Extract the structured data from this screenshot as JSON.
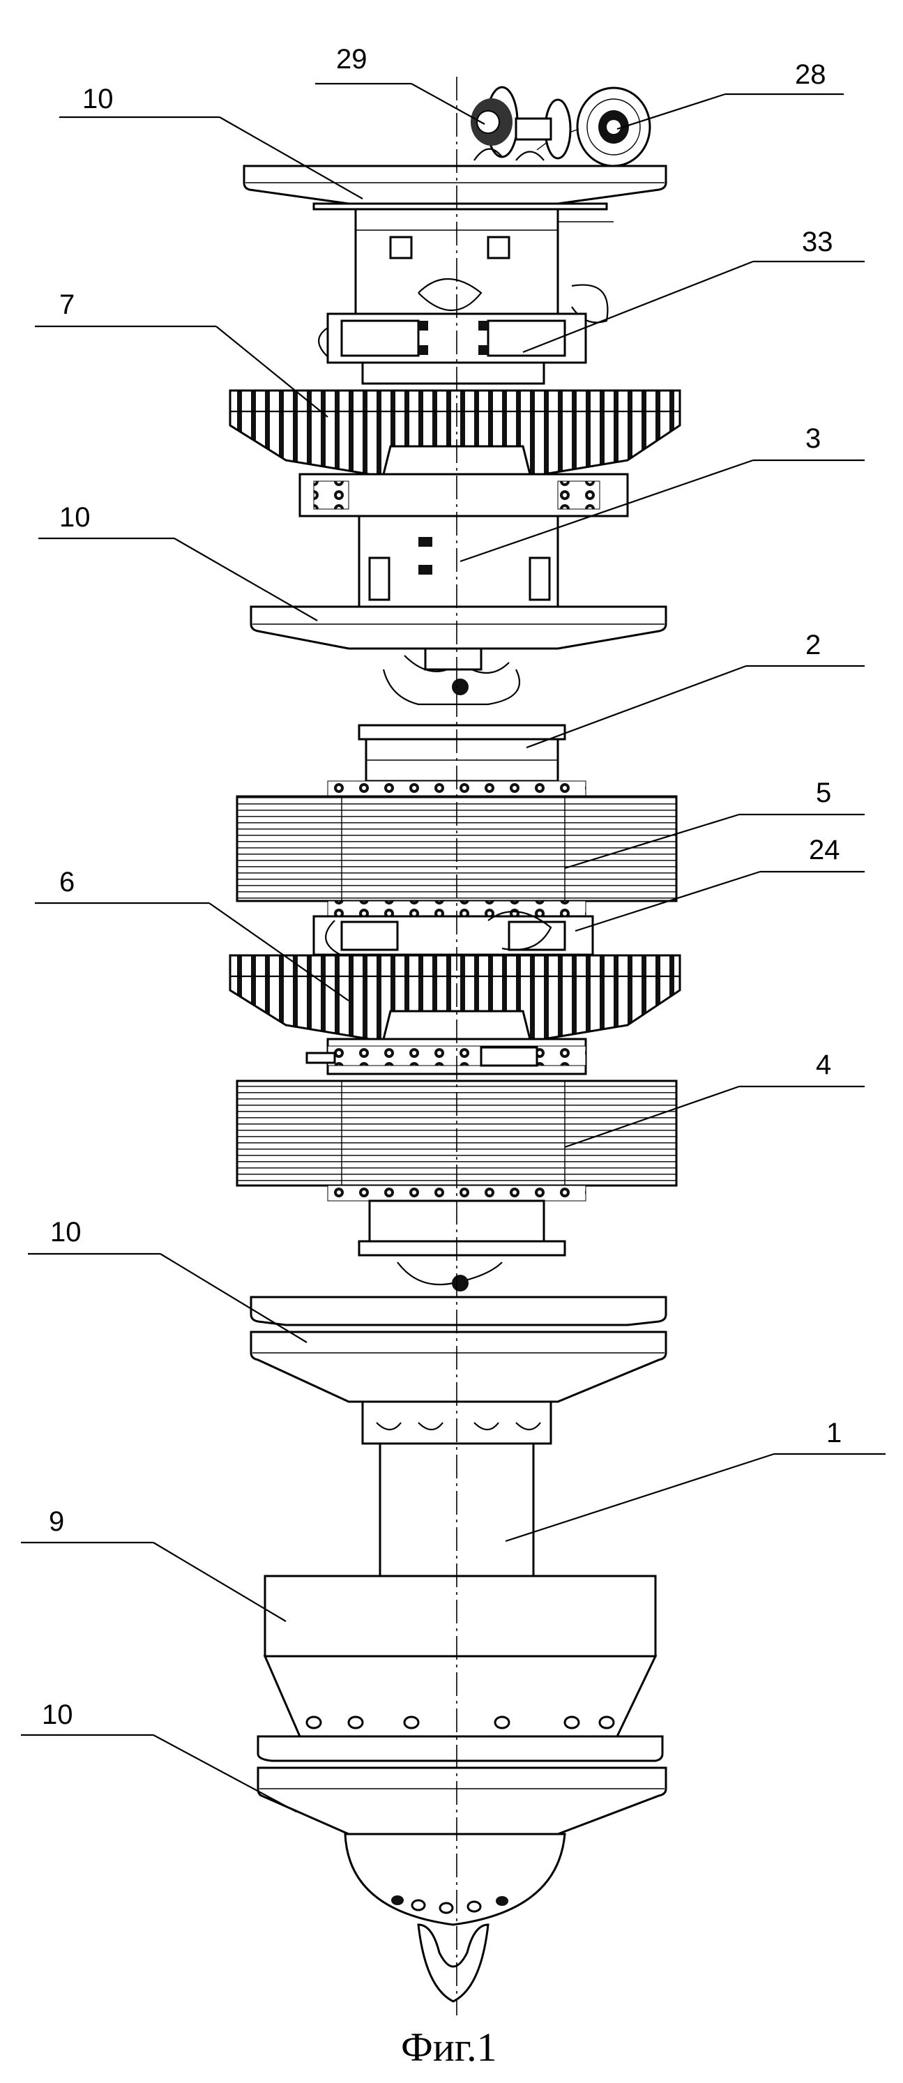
{
  "figure": {
    "caption": "Фиг.1",
    "labels": {
      "top_10": "10",
      "l29": "29",
      "l28": "28",
      "l33": "33",
      "l7": "7",
      "l3": "3",
      "mid_10": "10",
      "l2": "2",
      "l5": "5",
      "l24": "24",
      "l6": "6",
      "l4": "4",
      "lower_10": "10",
      "l1": "1",
      "l9": "9",
      "bottom_10": "10"
    }
  }
}
